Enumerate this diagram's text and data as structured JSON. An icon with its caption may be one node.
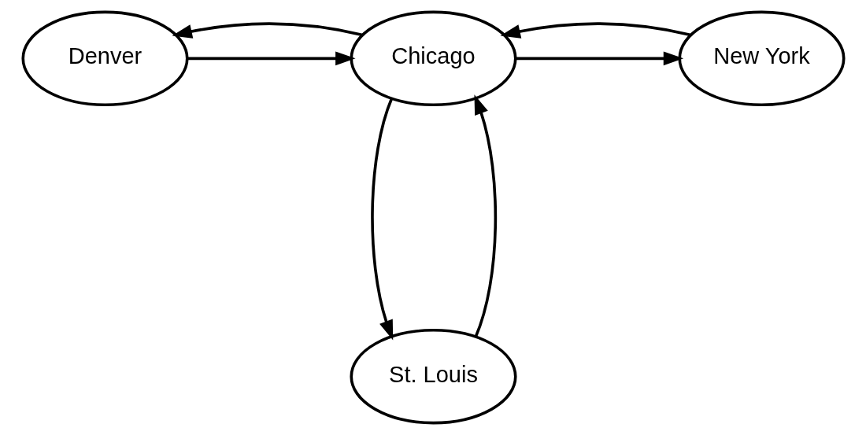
{
  "diagram": {
    "nodes": [
      {
        "text": [
          "Denver"
        ]
      },
      {
        "text": [
          "Chicago"
        ]
      },
      {
        "text": [
          "New York"
        ]
      },
      {
        "text": [
          "St. Louis"
        ]
      }
    ],
    "edges": [
      {
        "from": 0,
        "to": 1,
        "arrow": "to"
      },
      {
        "from": 1,
        "to": 0,
        "arrow": "to"
      },
      {
        "from": 1,
        "to": 2,
        "arrow": "to"
      },
      {
        "from": 2,
        "to": 1,
        "arrow": "to"
      },
      {
        "from": 3,
        "to": 1,
        "arrow": "to"
      },
      {
        "from": 1,
        "to": 3,
        "arrow": "to"
      }
    ]
  }
}
